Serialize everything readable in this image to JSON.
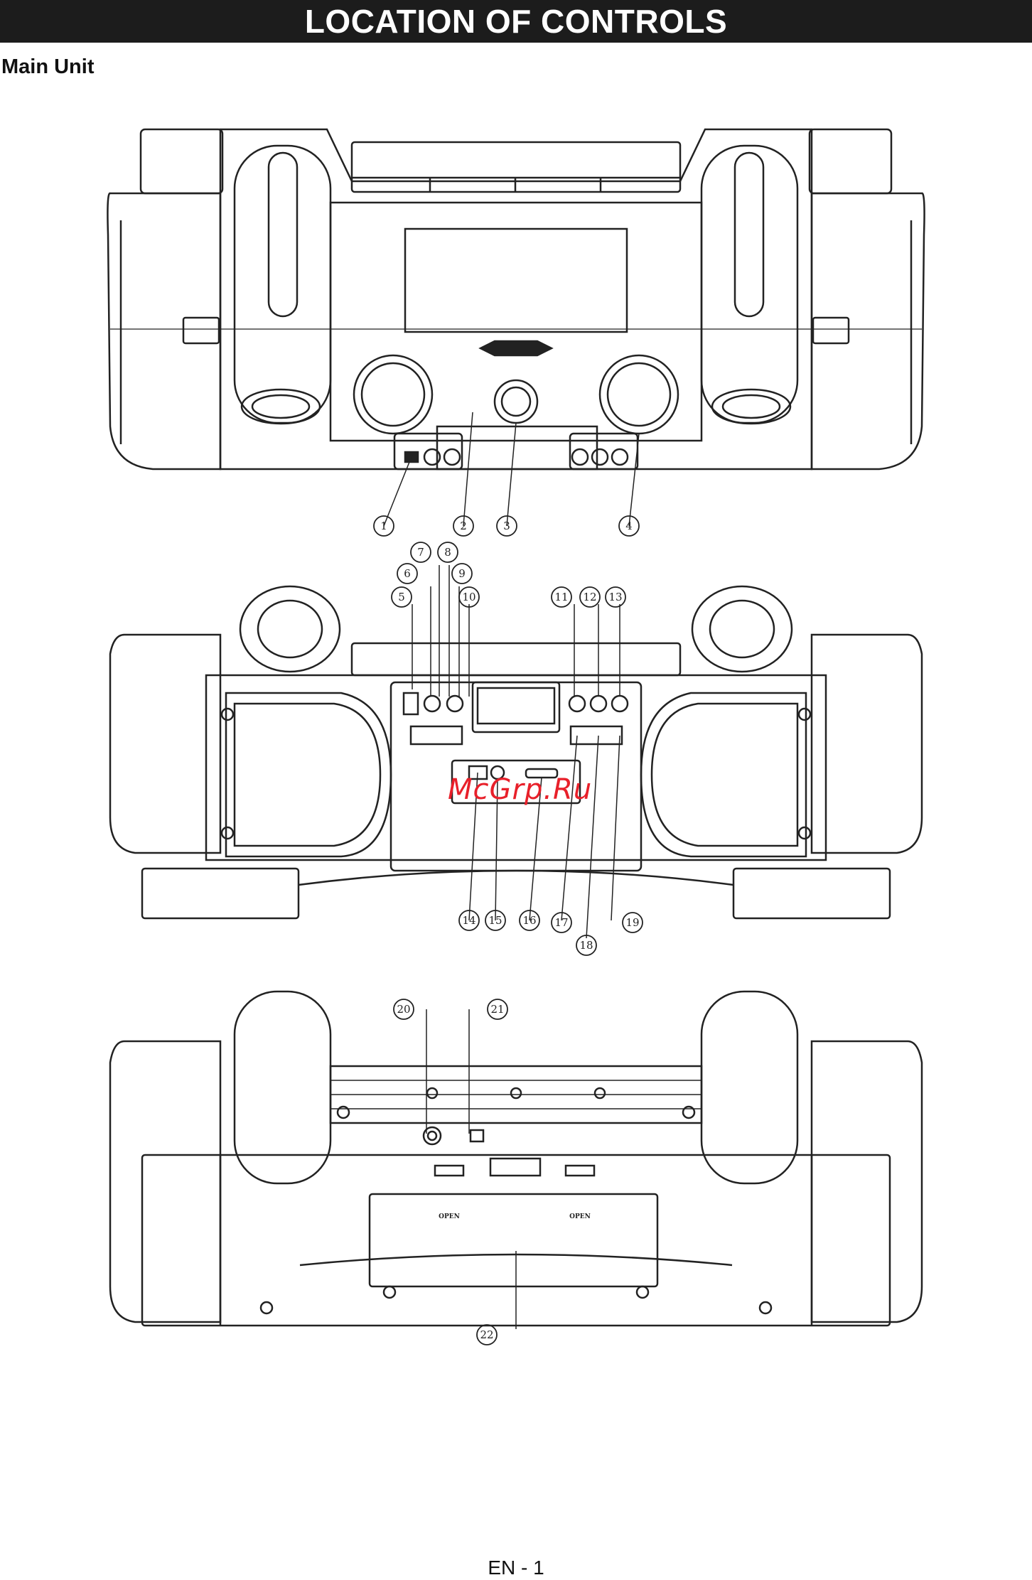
{
  "header": {
    "title": "LOCATION OF CONTROLS"
  },
  "section": {
    "subtitle": "Main Unit"
  },
  "callouts": {
    "top_view": [
      "1",
      "2",
      "3",
      "4"
    ],
    "front_view": [
      "5",
      "6",
      "7",
      "8",
      "9",
      "10",
      "11",
      "12",
      "13",
      "14",
      "15",
      "16",
      "17",
      "18",
      "19"
    ],
    "rear_view": [
      "20",
      "21",
      "22"
    ]
  },
  "panel_labels": {
    "open_left": "OPEN",
    "open_right": "OPEN"
  },
  "watermark": {
    "text": "McGrp.Ru",
    "color": "#e8202a"
  },
  "footer": {
    "page": "EN - 1"
  }
}
